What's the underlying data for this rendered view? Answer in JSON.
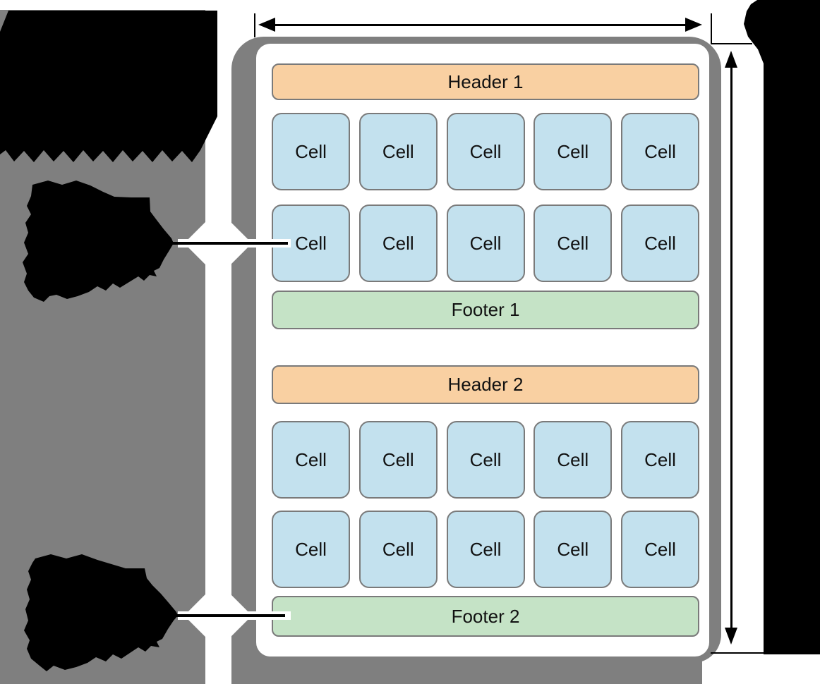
{
  "diagram": {
    "title_hint": "collection view flow layout with section headers and footers",
    "grid": {
      "columns": 5,
      "rows_per_section": 2,
      "sections_count": 2
    },
    "sections": [
      {
        "header_label": "Header 1",
        "footer_label": "Footer 1",
        "cell_rows": [
          [
            "Cell",
            "Cell",
            "Cell",
            "Cell",
            "Cell"
          ],
          [
            "Cell",
            "Cell",
            "Cell",
            "Cell",
            "Cell"
          ]
        ]
      },
      {
        "header_label": "Header 2",
        "footer_label": "Footer 2",
        "cell_rows": [
          [
            "Cell",
            "Cell",
            "Cell",
            "Cell",
            "Cell"
          ],
          [
            "Cell",
            "Cell",
            "Cell",
            "Cell",
            "Cell"
          ]
        ]
      }
    ]
  },
  "annotations": {
    "width_arrow": "horizontal double-headed measurement arrow across top",
    "height_arrow": "vertical double-headed measurement arrow along right side",
    "redacted_note_count": 4,
    "leader_line_targets": [
      "first cell of second row, section 1",
      "Footer 2"
    ]
  },
  "colors": {
    "background_gray": "#7f7f7f",
    "card_fill": "#ffffff",
    "header_fill": "#f9d0a2",
    "cell_fill": "#c3e1ee",
    "footer_fill": "#c5e3c6",
    "box_border": "#7a7a7a",
    "annotation_black": "#000000"
  }
}
